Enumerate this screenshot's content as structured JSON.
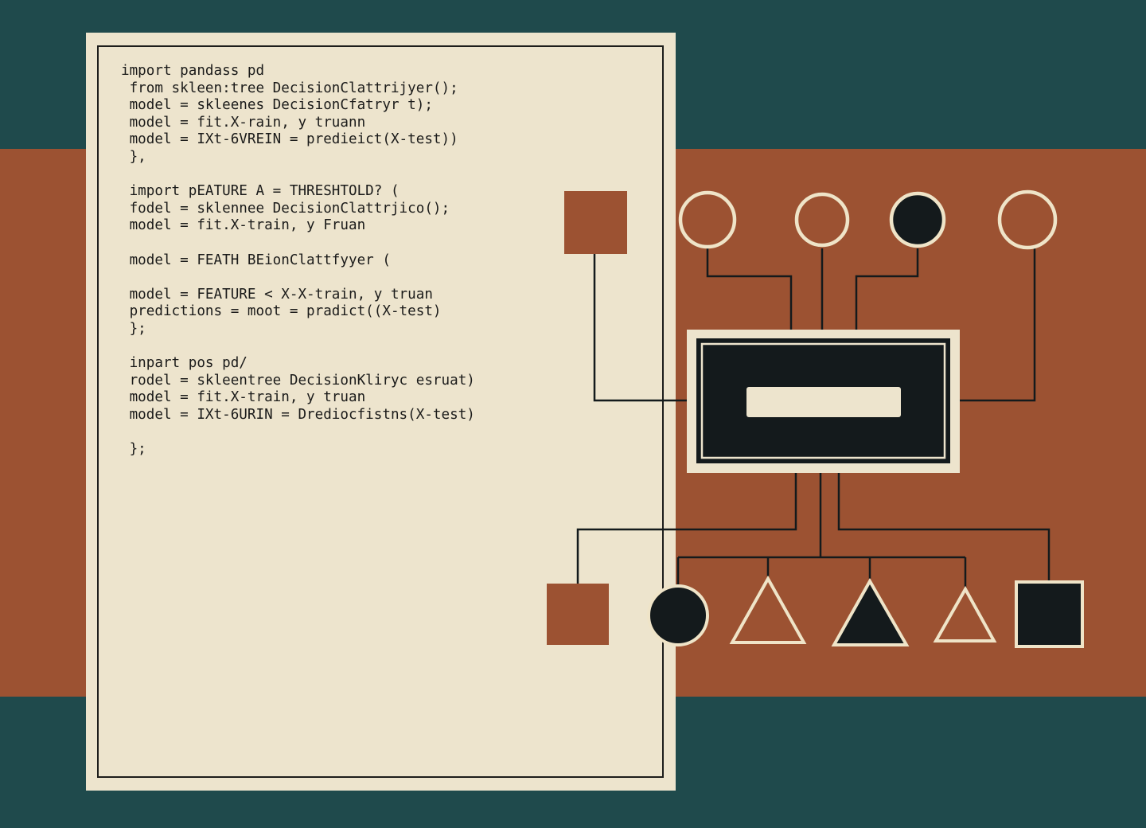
{
  "colors": {
    "teal_background": "#1f4a4c",
    "rust_band": "#9c5232",
    "paper": "#ede4cd",
    "ink": "#141a1c",
    "cream_outline": "#efe4c8"
  },
  "code_sheet": {
    "lines": [
      "import pandass pd",
      " from skleen:tree DecisionClattrijyer();",
      " model = skleenes DecisionCfatryr t);",
      " model = fit.X-rain, y truann",
      " model = IXt-6VREIN = predieict(X-test))",
      " },",
      "",
      " import pEATURE A = THRESHTOLD? (",
      " fodel = sklennee DecisionClattrjico();",
      " model = fit.X-train, y Fruan",
      "",
      " model = FEATH BEionClattfyyer (",
      "",
      " model = FEATURE < X-X-train, y truan",
      " predictions = moot = pradict((X-test)",
      " };",
      "",
      " inpart pos pd/",
      " rodel = skleentree DecisionKliryc esruat)",
      " model = fit.X-train, y truan",
      " model = IXt-6URIN = Drediocfistns(X-test)",
      "",
      " };"
    ]
  },
  "diagram": {
    "top_nodes": [
      "circle-outline",
      "circle-outline",
      "circle-filled",
      "circle-outline"
    ],
    "central_node": "rectangle-with-bar",
    "bottom_nodes": [
      "square-rust",
      "circle-filled",
      "triangle-outline",
      "triangle-filled",
      "triangle-outline",
      "square-filled"
    ]
  }
}
